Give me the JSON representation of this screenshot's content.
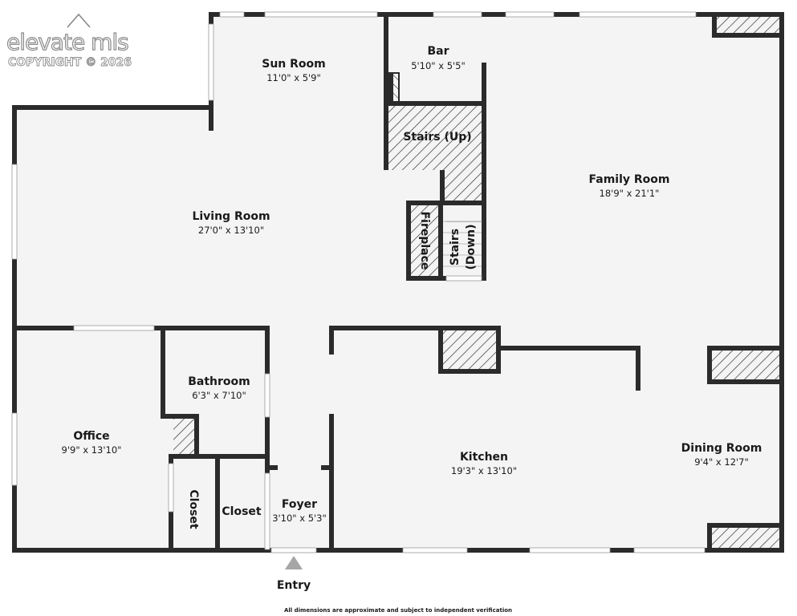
{
  "watermark": {
    "brand": "elevate mls",
    "copyright": "COPYRIGHT © 2026"
  },
  "rooms": {
    "sun_room": {
      "name": "Sun Room",
      "dims": "11'0\" x 5'9\""
    },
    "bar": {
      "name": "Bar",
      "dims": "5'10\" x 5'5\""
    },
    "family_room": {
      "name": "Family Room",
      "dims": "18'9\" x 21'1\""
    },
    "living_room": {
      "name": "Living Room",
      "dims": "27'0\" x 13'10\""
    },
    "bathroom": {
      "name": "Bathroom",
      "dims": "6'3\" x 7'10\""
    },
    "office": {
      "name": "Office",
      "dims": "9'9\" x 13'10\""
    },
    "kitchen": {
      "name": "Kitchen",
      "dims": "19'3\" x 13'10\""
    },
    "dining_room": {
      "name": "Dining Room",
      "dims": "9'4\" x 12'7\""
    },
    "foyer": {
      "name": "Foyer",
      "dims": "3'10\" x 5'3\""
    }
  },
  "features": {
    "stairs_up": "Stairs (Up)",
    "fireplace": "Fireplace",
    "stairs_down_1": "Stairs",
    "stairs_down_2": "(Down)",
    "closet_a": "Closet",
    "closet_b": "Closet"
  },
  "entry_label": "Entry",
  "disclaimer": "All dimensions are approximate and subject to independent verification",
  "colors": {
    "wall": "#2b2b2b",
    "floor": "#f4f4f4",
    "window": "#ffffff",
    "hatch": "#2b2b2b",
    "entry_arrow": "#a6a6a6"
  }
}
